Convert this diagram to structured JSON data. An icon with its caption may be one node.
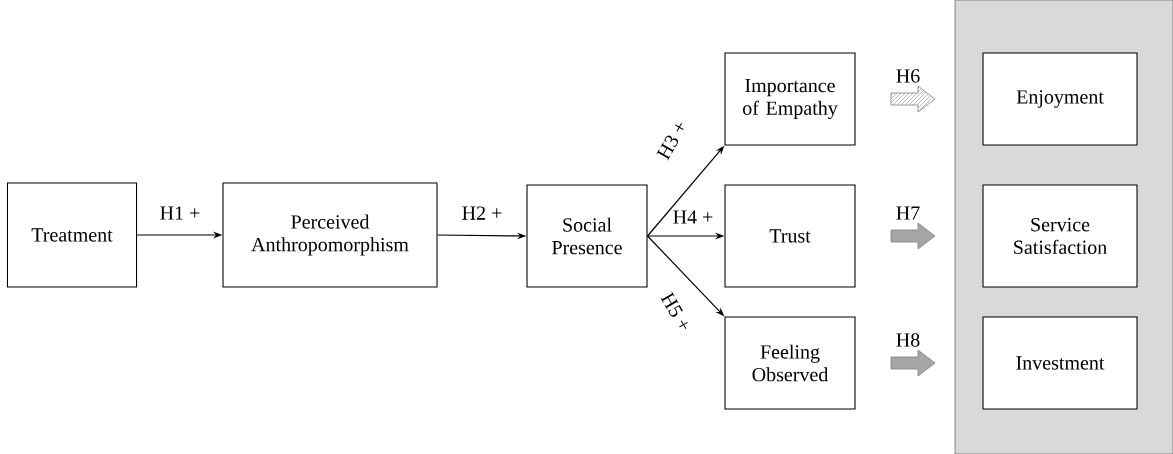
{
  "diagram": {
    "nodes": [
      {
        "text": [
          "Treatment"
        ]
      },
      {
        "text": [
          "Perceived Anthropomorphism"
        ]
      },
      {
        "text": [
          "Social Presence"
        ]
      },
      {
        "text": [
          "Importance of Empathy"
        ]
      },
      {
        "text": [
          "Trust"
        ]
      },
      {
        "text": [
          "Feeling Observed"
        ]
      },
      {
        "text": [],
        "shape": "box"
      },
      {
        "text": [
          "Enjoyment"
        ],
        "in": 6
      },
      {
        "text": [
          "Service Satisfaction"
        ],
        "in": 6
      },
      {
        "text": [
          "Investment"
        ],
        "in": 6
      }
    ],
    "edges": [
      {
        "from": 0,
        "to": 1,
        "arrow": "to",
        "label": "H1 +"
      },
      {
        "from": 1,
        "to": 2,
        "arrow": "to",
        "label": "H2 +"
      },
      {
        "from": 2,
        "to": 3,
        "arrow": "to",
        "label": "H3 +"
      },
      {
        "from": 2,
        "to": 4,
        "arrow": "to",
        "label": "H4 +"
      },
      {
        "from": 2,
        "to": 5,
        "arrow": "to",
        "label": "H5 +"
      }
    ],
    "labels": [
      "H6",
      "H7",
      "H8"
    ]
  }
}
